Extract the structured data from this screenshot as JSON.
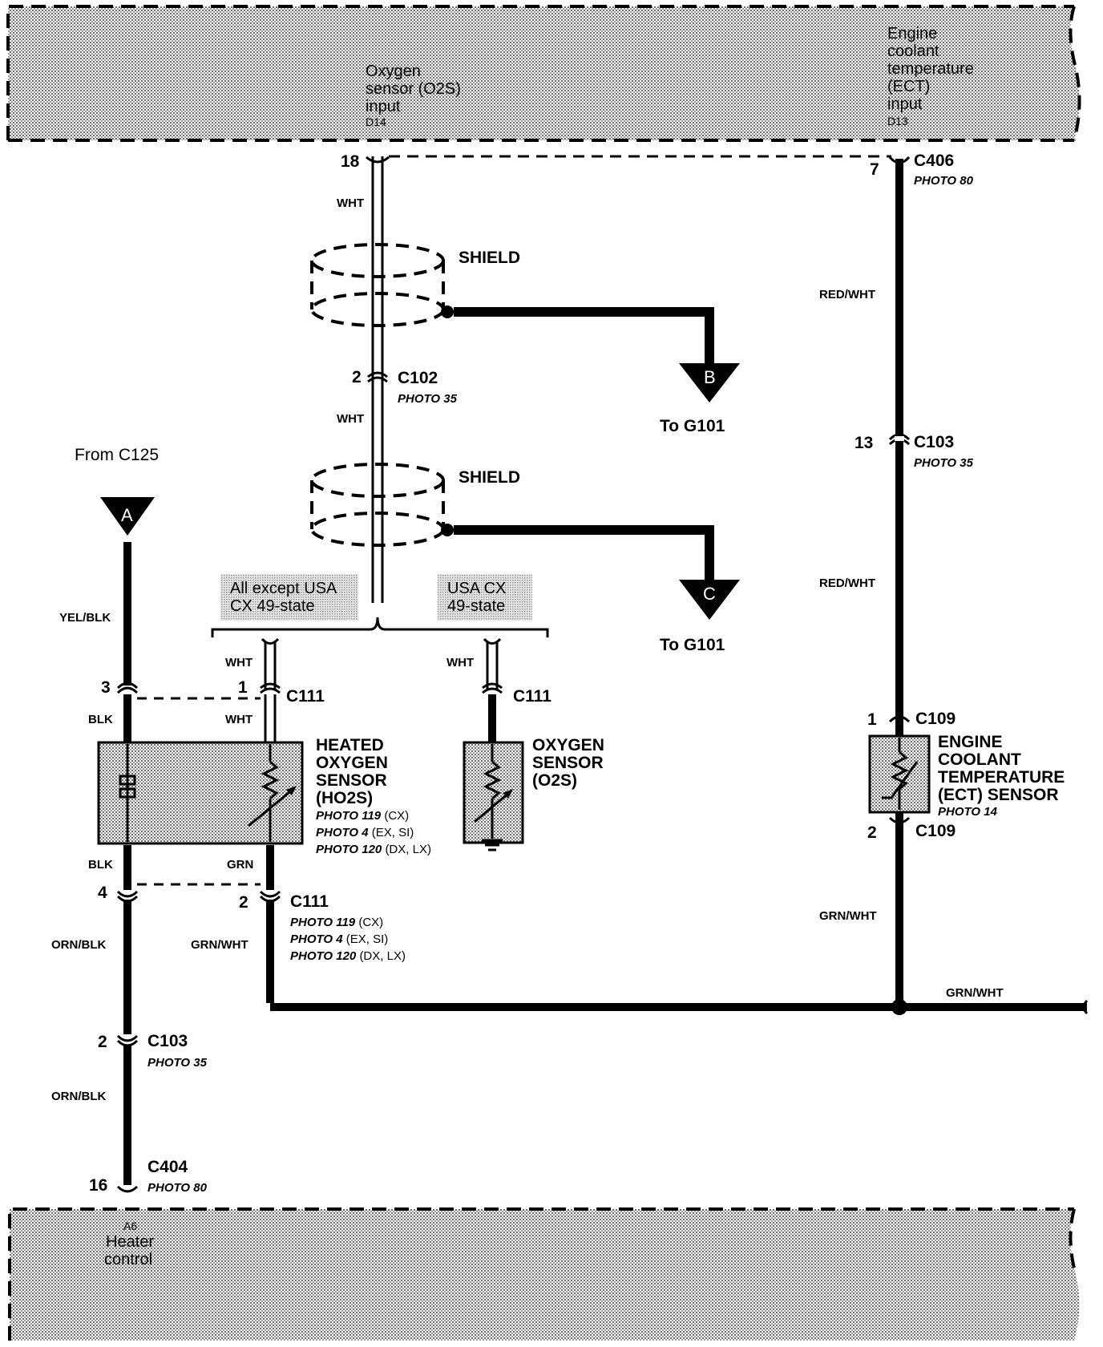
{
  "top_panel": {
    "o2s": {
      "line1": "Oxygen",
      "line2": "sensor (O2S)",
      "line3": "input",
      "pin": "D14"
    },
    "ect": {
      "line1": "Engine",
      "line2": "coolant",
      "line3": "temperature",
      "line4": "(ECT)",
      "line5": "input",
      "pin": "D13"
    }
  },
  "bottom_panel": {
    "pin": "A6",
    "line1": "Heater",
    "line2": "control"
  },
  "shield1": {
    "label": "SHIELD"
  },
  "shield2": {
    "label": "SHIELD"
  },
  "ground_b": {
    "letter": "B",
    "label": "To G101"
  },
  "ground_c": {
    "letter": "C",
    "label": "To G101"
  },
  "from_a": {
    "label": "From C125",
    "letter": "A"
  },
  "variants": {
    "left_line1": "All except USA",
    "left_line2": "CX 49-state",
    "right_line1": "USA CX",
    "right_line2": "49-state"
  },
  "connectors": {
    "c406": {
      "name": "C406",
      "photo": "PHOTO 80",
      "pin": "7"
    },
    "top_pin": "18",
    "c102": {
      "name": "C102",
      "photo": "PHOTO 35",
      "pin": "2"
    },
    "c103_right": {
      "name": "C103",
      "photo": "PHOTO 35",
      "pin": "13"
    },
    "c109_top": {
      "name": "C109",
      "pin": "1"
    },
    "c109_bottom": {
      "name": "C109",
      "pin": "2"
    },
    "c111_top_left": {
      "name": "C111",
      "pin": "1"
    },
    "c111_top_right": {
      "name": "C111"
    },
    "left_top_pin": "3",
    "left_bottom_pin": "4",
    "c111_bottom": {
      "name": "C111",
      "pin": "2",
      "photo1": "PHOTO 119",
      "photo1_suffix": "(CX)",
      "photo2": "PHOTO 4",
      "photo2_suffix": "(EX, SI)",
      "photo3": "PHOTO 120",
      "photo3_suffix": "(DX, LX)"
    },
    "c103_left": {
      "name": "C103",
      "photo": "PHOTO 35",
      "pin": "2"
    },
    "c404": {
      "name": "C404",
      "photo": "PHOTO 80",
      "pin": "16"
    }
  },
  "wires": {
    "wht1": "WHT",
    "wht2": "WHT",
    "wht3": "WHT",
    "wht4": "WHT",
    "wht5": "WHT",
    "red_wht1": "RED/WHT",
    "red_wht2": "RED/WHT",
    "yel_blk": "YEL/BLK",
    "blk1": "BLK",
    "blk2": "BLK",
    "grn": "GRN",
    "grn_wht1": "GRN/WHT",
    "grn_wht2": "GRN/WHT",
    "grn_wht3": "GRN/WHT",
    "orn_blk1": "ORN/BLK",
    "orn_blk2": "ORN/BLK"
  },
  "ho2s": {
    "line1": "HEATED",
    "line2": "OXYGEN",
    "line3": "SENSOR",
    "line4": "(HO2S)",
    "photo1": "PHOTO 119",
    "photo1_suffix": "(CX)",
    "photo2": "PHOTO 4",
    "photo2_suffix": "(EX, SI)",
    "photo3": "PHOTO 120",
    "photo3_suffix": "(DX, LX)"
  },
  "o2s_sensor": {
    "line1": "OXYGEN",
    "line2": "SENSOR",
    "line3": "(O2S)"
  },
  "ect_sensor": {
    "line1": "ENGINE",
    "line2": "COOLANT",
    "line3": "TEMPERATURE",
    "line4": "(ECT) SENSOR",
    "photo": "PHOTO 14"
  }
}
